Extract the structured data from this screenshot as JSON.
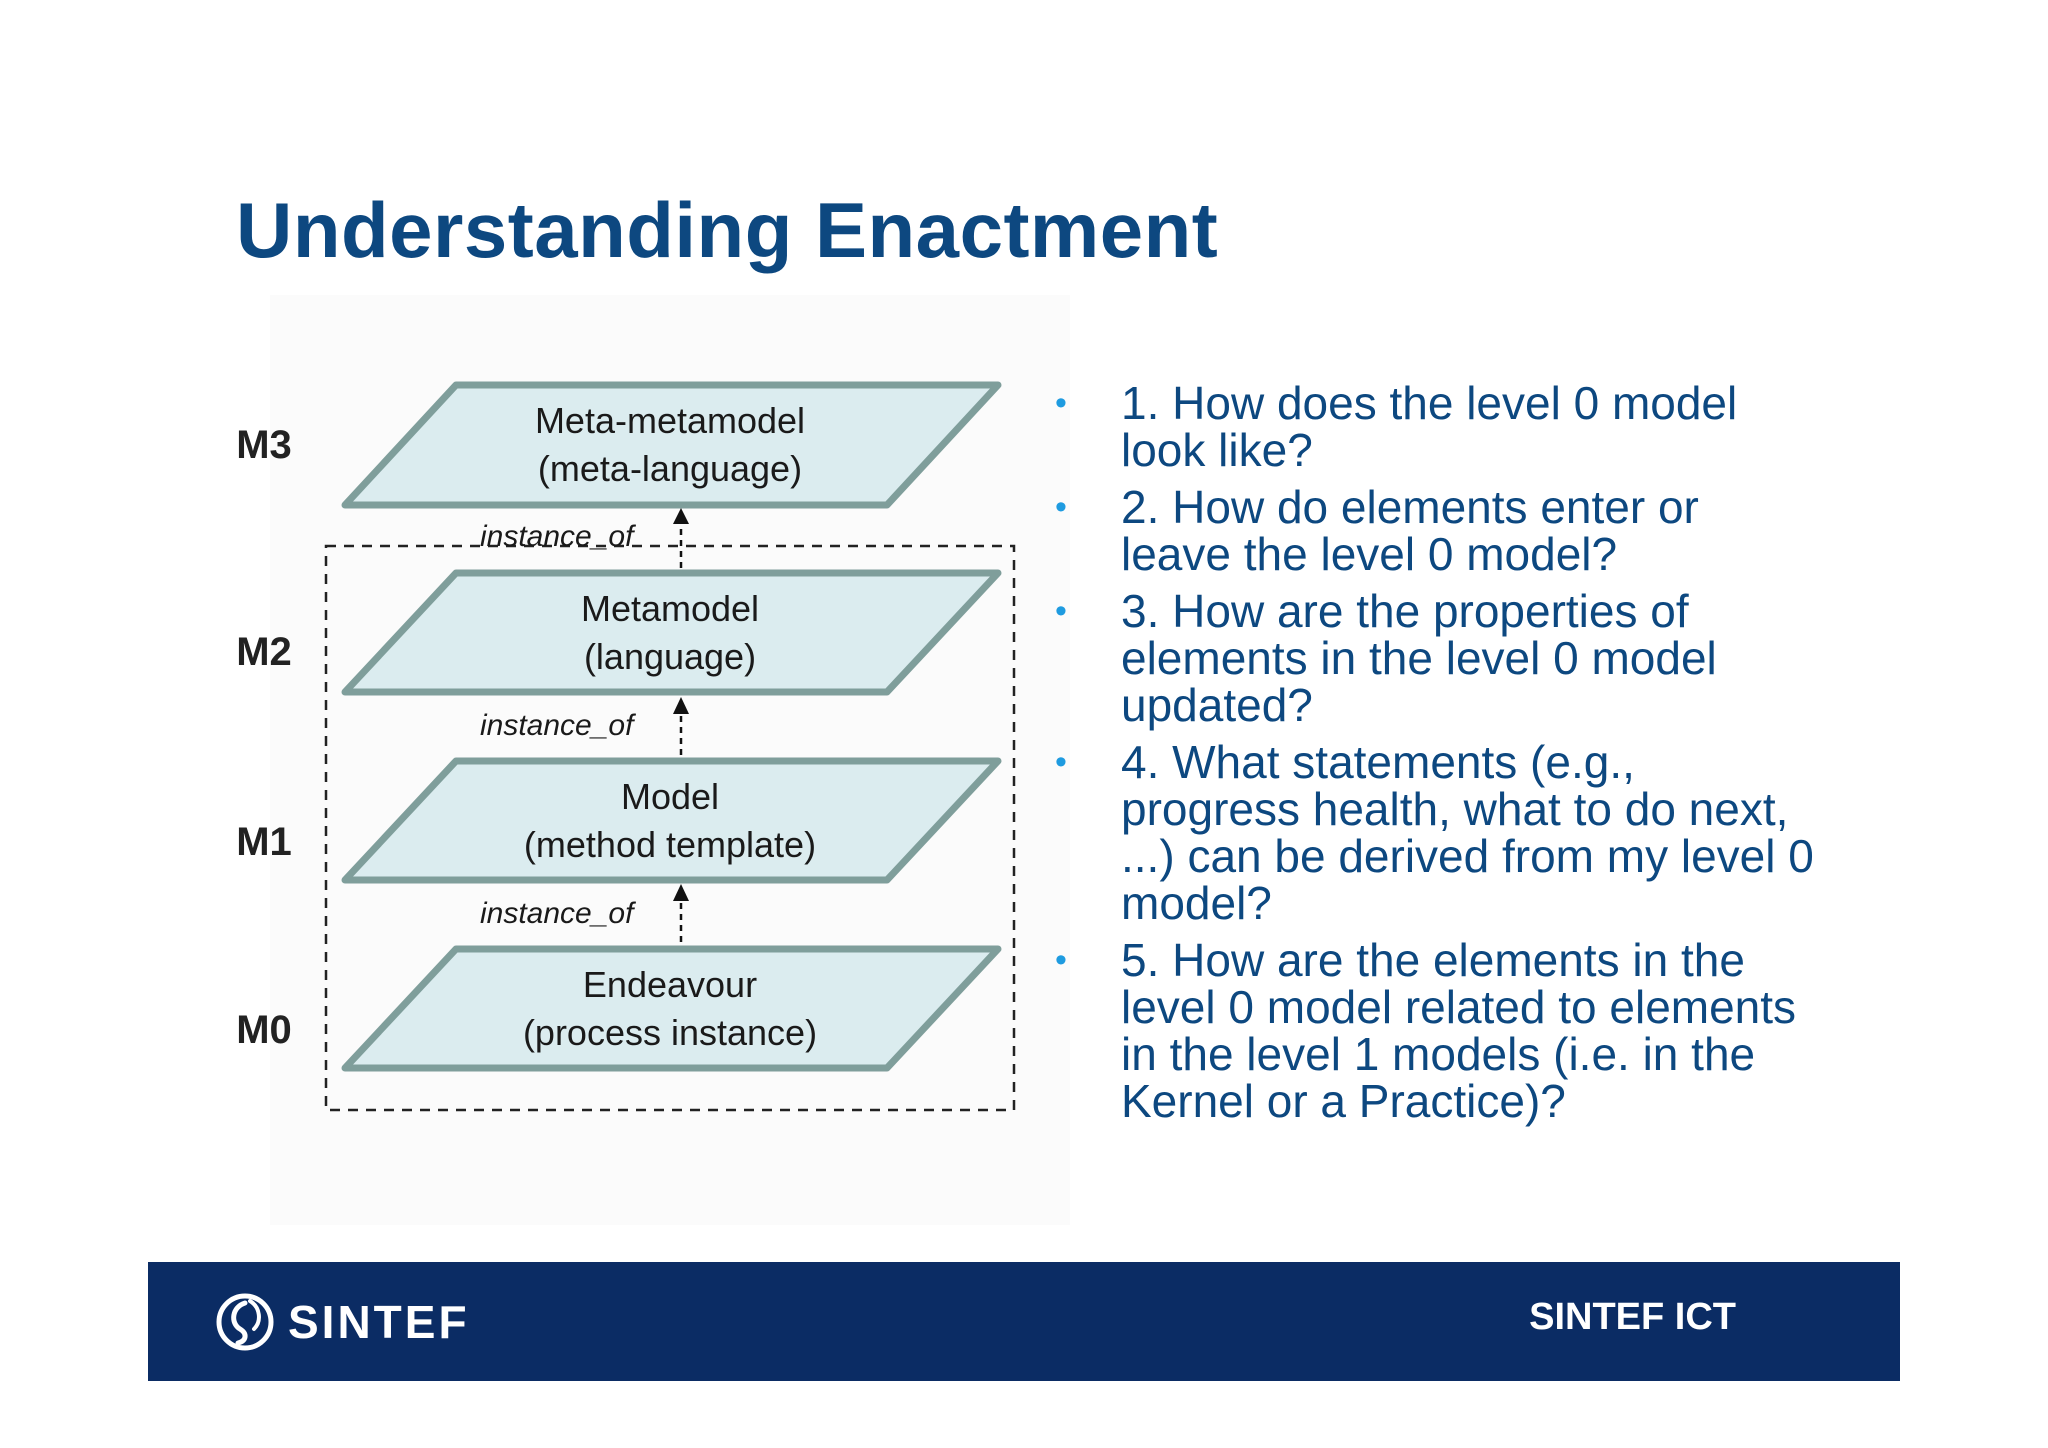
{
  "title": "Understanding Enactment",
  "diagram": {
    "levels": [
      {
        "label": "M3",
        "line1": "Meta-metamodel",
        "line2": "(meta-language)"
      },
      {
        "label": "M2",
        "line1": "Metamodel",
        "line2": "(language)"
      },
      {
        "label": "M1",
        "line1": "Model",
        "line2": "(method template)"
      },
      {
        "label": "M0",
        "line1": "Endeavour",
        "line2": "(process instance)"
      }
    ],
    "relation_label": "instance_of",
    "box_fill": "#dbecef",
    "box_stroke": "#7f9e9b"
  },
  "bullets": [
    {
      "text": "1. How does the level 0 model look like?"
    },
    {
      "text": "2. How do elements enter or leave the level 0 model?"
    },
    {
      "text": "3. How are the properties of elements in the level 0 model updated?"
    },
    {
      "text": "4. What statements (e.g., progress health, what to do next, ...) can be derived from my level 0 model?"
    },
    {
      "text": "5. How are the elements in the level 0 model related to elements in the level 1 models (i.e. in the Kernel or a Practice)?"
    }
  ],
  "footer": {
    "logo_text": "SINTEF",
    "right_text": "SINTEF ICT",
    "background": "#0b2c64"
  },
  "colors": {
    "title": "#0d4880",
    "bullet_text": "#0d4880",
    "bullet_marker": "#1e9be0"
  }
}
